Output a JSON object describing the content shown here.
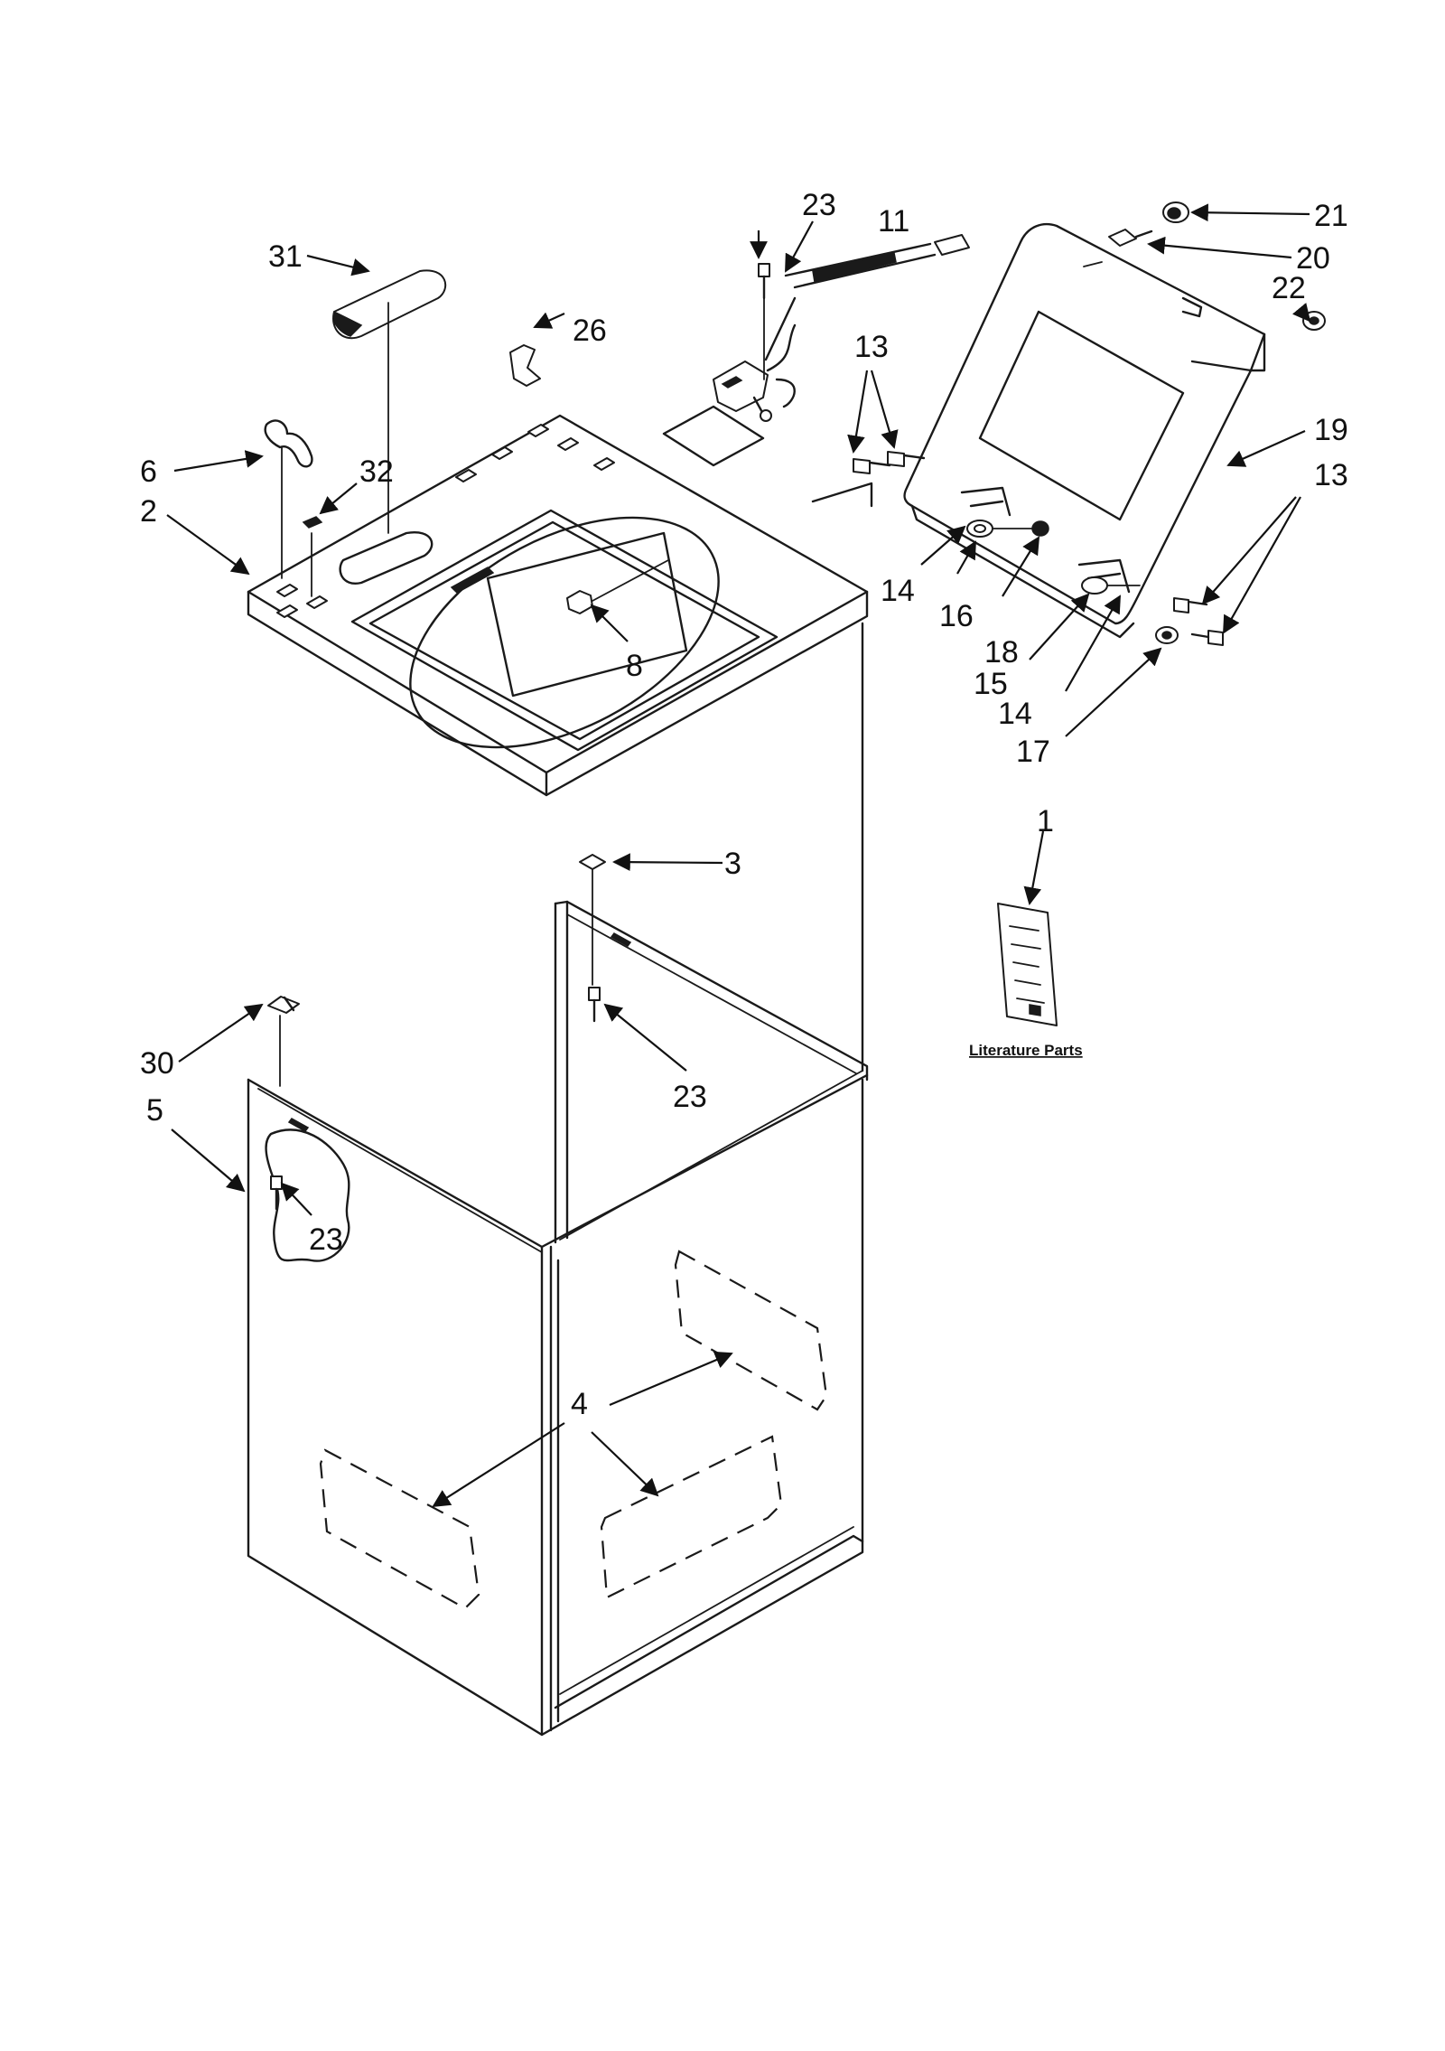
{
  "callouts": {
    "c1": "1",
    "c2": "2",
    "c3": "3",
    "c4": "4",
    "c5": "5",
    "c6": "6",
    "c8": "8",
    "c11": "11",
    "c13a": "13",
    "c13b": "13",
    "c14a": "14",
    "c14b": "14",
    "c15": "15",
    "c16": "16",
    "c17": "17",
    "c18": "18",
    "c19": "19",
    "c20": "20",
    "c21": "21",
    "c22": "22",
    "c23a": "23",
    "c23b": "23",
    "c23c": "23",
    "c26": "26",
    "c30": "30",
    "c31": "31",
    "c32": "32"
  },
  "literature_caption": "Literature Parts",
  "colors": {
    "ink": "#1a1a1a",
    "paper": "#ffffff"
  }
}
